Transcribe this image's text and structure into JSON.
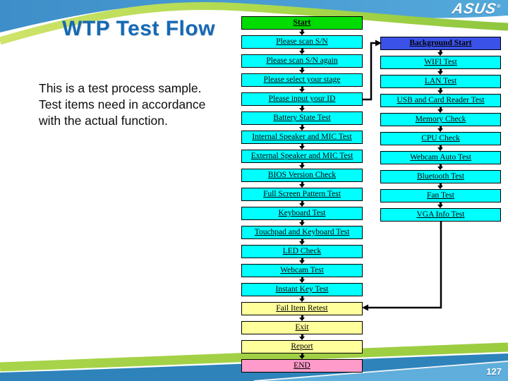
{
  "slide": {
    "title": "WTP Test Flow",
    "note_lines": [
      "This is a test process sample.",
      "Test items need in accordance",
      "with the actual function."
    ],
    "brand_logo": "ASUS",
    "page_number": "127"
  },
  "colors": {
    "green": "#00DB00",
    "cyan": "#00FFFF",
    "yellow": "#FFFF9B",
    "pink": "#FF9BCB",
    "blue": "#3A52E8",
    "title_blue": "#1569B5"
  },
  "flowchart": {
    "main_column": {
      "steps": [
        {
          "label": "Start",
          "color": "green",
          "bold": true
        },
        {
          "label": "Please scan S/N",
          "color": "cyan"
        },
        {
          "label": "Please scan S/N again",
          "color": "cyan"
        },
        {
          "label": "Please select your stage",
          "color": "cyan"
        },
        {
          "label": "Please input your ID",
          "color": "cyan"
        },
        {
          "label": "Battery State Test",
          "color": "cyan"
        },
        {
          "label": "Internal Speaker and MIC Test",
          "color": "cyan"
        },
        {
          "label": "External Speaker and MIC Test",
          "color": "cyan"
        },
        {
          "label": "BIOS Version Check",
          "color": "cyan"
        },
        {
          "label": "Full Screen Pattern Test",
          "color": "cyan"
        },
        {
          "label": "Keyboard Test",
          "color": "cyan"
        },
        {
          "label": "Touchpad and Keyboard Test",
          "color": "cyan"
        },
        {
          "label": "LED Check",
          "color": "cyan"
        },
        {
          "label": "Webcam Test",
          "color": "cyan"
        },
        {
          "label": "Instant Key Test",
          "color": "cyan"
        },
        {
          "label": "Fail Item Retest",
          "color": "yellow"
        },
        {
          "label": "Exit",
          "color": "yellow"
        },
        {
          "label": "Report",
          "color": "yellow"
        },
        {
          "label": "END",
          "color": "pink"
        }
      ]
    },
    "background_column": {
      "steps": [
        {
          "label": "Background Start",
          "color": "blue",
          "bold": true
        },
        {
          "label": "WIFI Test",
          "color": "cyan"
        },
        {
          "label": "LAN Test",
          "color": "cyan"
        },
        {
          "label": "USB and Card Reader Test",
          "color": "cyan"
        },
        {
          "label": "Memory Check",
          "color": "cyan"
        },
        {
          "label": "CPU Check",
          "color": "cyan"
        },
        {
          "label": "Webcam Auto Test",
          "color": "cyan"
        },
        {
          "label": "Bluetooth Test",
          "color": "cyan"
        },
        {
          "label": "Fan Test",
          "color": "cyan"
        },
        {
          "label": "VGA Info Test",
          "color": "cyan"
        }
      ]
    },
    "connectors": [
      {
        "from": "Please input your ID",
        "to": "Background Start"
      },
      {
        "from": "VGA Info Test",
        "to": "Fail Item Retest"
      }
    ]
  }
}
